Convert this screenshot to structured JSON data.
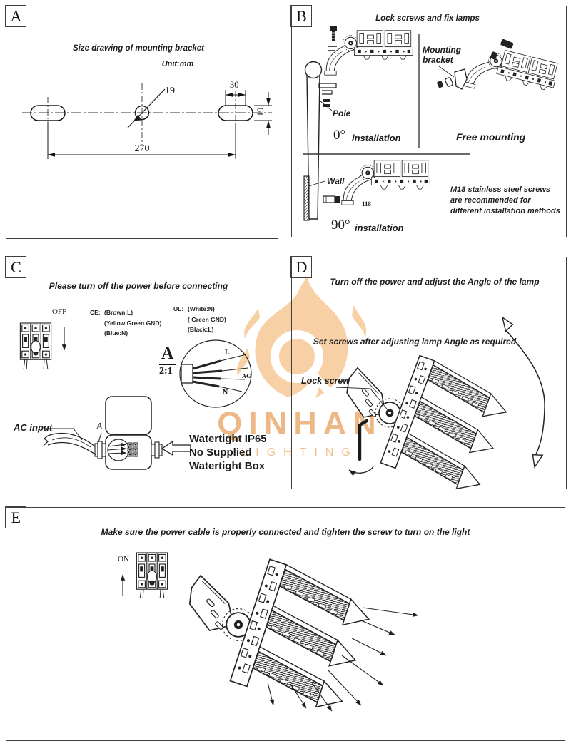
{
  "brand": {
    "name": "QINHAN",
    "tagline": "LIGHTING",
    "flame_color": "#f7d1a5",
    "text_color": "#eaa668"
  },
  "colors": {
    "ink": "#1f1f1f",
    "panel_border": "#3f3f3f"
  },
  "panel_a": {
    "letter": "A",
    "title": "Size drawing of mounting bracket",
    "unit": "Unit:mm",
    "dim_hole": "19",
    "dim_slot_width": "30",
    "dim_slot_height": "19",
    "dim_span": "270"
  },
  "panel_b": {
    "letter": "B",
    "title": "Lock screws and fix lamps",
    "pole_label": "Pole",
    "zero_degree": "0°",
    "zero_caption": "installation",
    "mounting_bracket_label": "Mounting bracket",
    "free_caption": "Free mounting",
    "wall_label": "Wall",
    "dim_mark": "118",
    "ninety_degree": "90°",
    "ninety_caption": "installation",
    "note": "M18 stainless steel screws are recommended for different installation methods"
  },
  "panel_c": {
    "letter": "C",
    "title": "Please turn off the power before connecting",
    "switch_label": "OFF",
    "ce_label": "CE:",
    "ce_lines": [
      "(Brown:L)",
      "(Yellow Green GND)",
      "(Blue:N)"
    ],
    "ul_label": "UL:",
    "ul_lines": [
      "(White:N)",
      "( Green GND)",
      "(Black:L)"
    ],
    "detail_letter": "A",
    "detail_scale": "2:1",
    "wire_live": "L",
    "wire_ground": "AG",
    "wire_neutral": "N",
    "section_marker": "A",
    "ac_input_label": "AC input",
    "watertight_lines": [
      "Watertight IP65",
      "No Supplied",
      "Watertight Box"
    ]
  },
  "panel_d": {
    "letter": "D",
    "title": "Turn off the power and adjust the Angle of the lamp",
    "subtitle": "Set screws after adjusting lamp Angle as required",
    "lock_screw_label": "Lock screw"
  },
  "panel_e": {
    "letter": "E",
    "title": "Make sure the power cable is properly connected and tighten the screw to turn on the light",
    "switch_label": "ON"
  }
}
